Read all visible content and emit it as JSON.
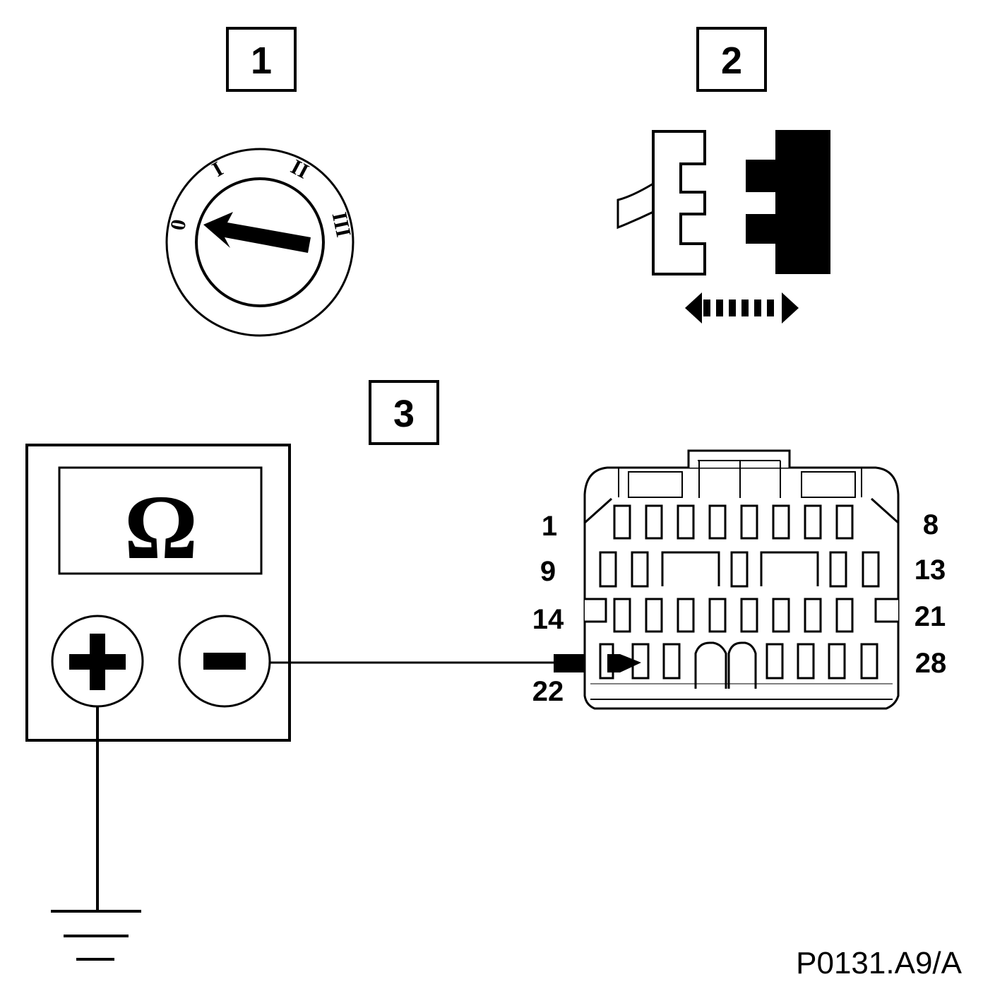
{
  "steps": [
    {
      "number": "1"
    },
    {
      "number": "2"
    },
    {
      "number": "3"
    }
  ],
  "ignition_switch": {
    "positions": [
      "0",
      "I",
      "II",
      "III"
    ]
  },
  "multimeter": {
    "display_symbol": "Ω",
    "positive_terminal": "+",
    "negative_terminal": "−"
  },
  "connector": {
    "pin_labels": {
      "row1_left": "1",
      "row1_right": "8",
      "row2_left": "9",
      "row2_right": "13",
      "row3_left": "14",
      "row3_right": "21",
      "row4_left": "22",
      "row4_right": "28"
    }
  },
  "reference_code": "P0131.A9/A"
}
